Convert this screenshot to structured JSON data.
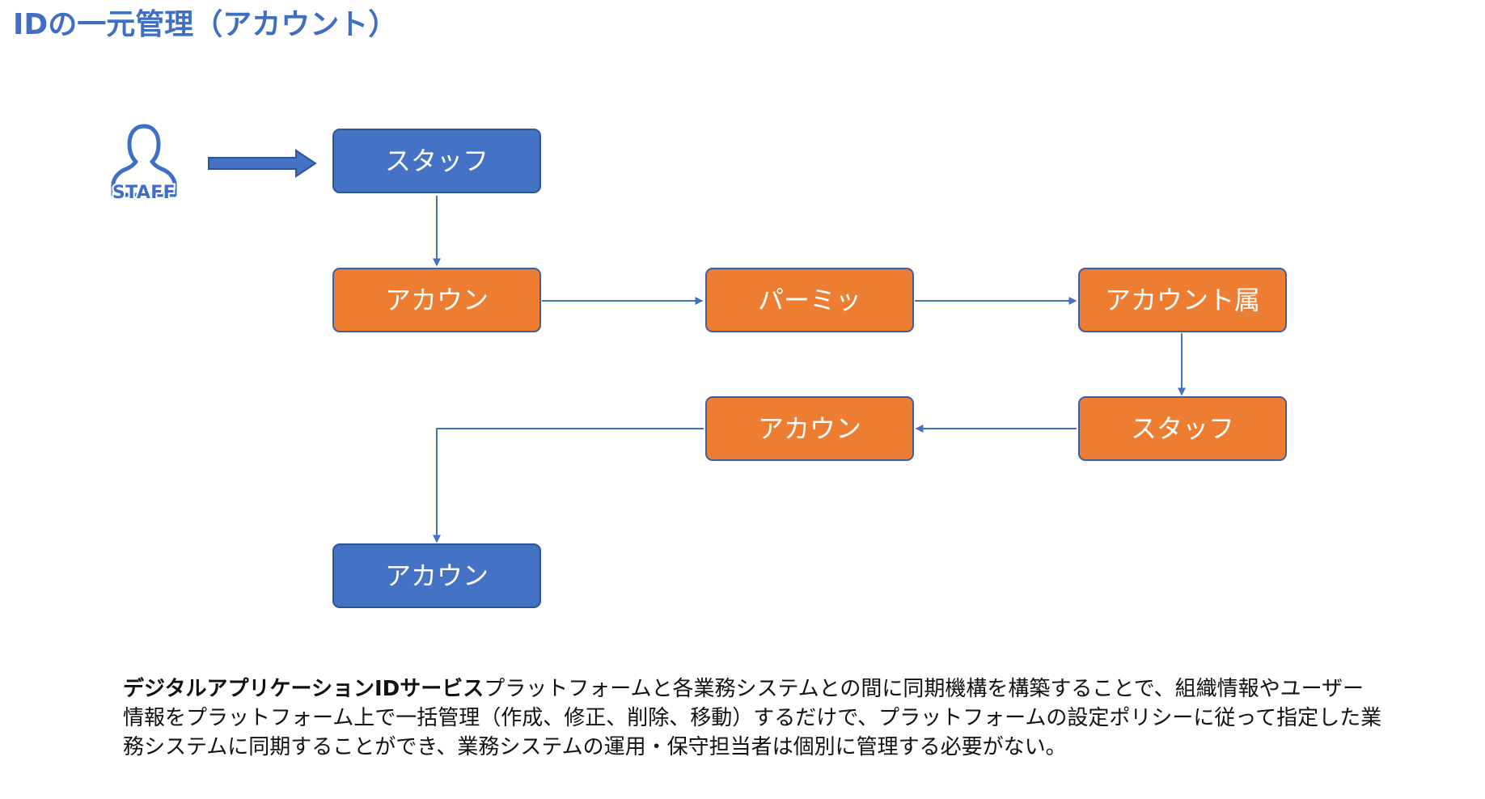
{
  "page": {
    "title": "IDの一元管理（アカウント）"
  },
  "icon": {
    "name": "staff-person-icon",
    "label": "STAFF"
  },
  "colors": {
    "title": "#3f6fc4",
    "blue_node": "#4472c4",
    "orange_node": "#ed7d31",
    "connector": "#4472c4"
  },
  "diagram": {
    "nodes": [
      {
        "id": "staff",
        "label": "スタッフ",
        "color": "blue"
      },
      {
        "id": "account",
        "label": "アカウン",
        "color": "orange"
      },
      {
        "id": "permission",
        "label": "パーミッ",
        "color": "orange"
      },
      {
        "id": "account-attribute",
        "label": "アカウント属",
        "color": "orange"
      },
      {
        "id": "staff-attribute",
        "label": "スタッフ",
        "color": "orange"
      },
      {
        "id": "account-sync",
        "label": "アカウン",
        "color": "orange"
      },
      {
        "id": "account-result",
        "label": "アカウン",
        "color": "blue"
      }
    ],
    "edges": [
      {
        "from": "staff-icon",
        "to": "staff"
      },
      {
        "from": "staff",
        "to": "account"
      },
      {
        "from": "account",
        "to": "permission"
      },
      {
        "from": "permission",
        "to": "account-attribute"
      },
      {
        "from": "account-attribute",
        "to": "staff-attribute"
      },
      {
        "from": "staff-attribute",
        "to": "account-sync"
      },
      {
        "from": "account-sync",
        "to": "account-result"
      }
    ]
  },
  "description": {
    "lead": "デジタルアプリケーションIDサービス",
    "body": "プラットフォームと各業務システムとの間に同期機構を構築することで、組織情報やユーザー情報をプラットフォーム上で一括管理（作成、修正、削除、移動）するだけで、プラットフォームの設定ポリシーに従って指定した業務システムに同期することができ、業務システムの運用・保守担当者は個別に管理する必要がない。"
  }
}
